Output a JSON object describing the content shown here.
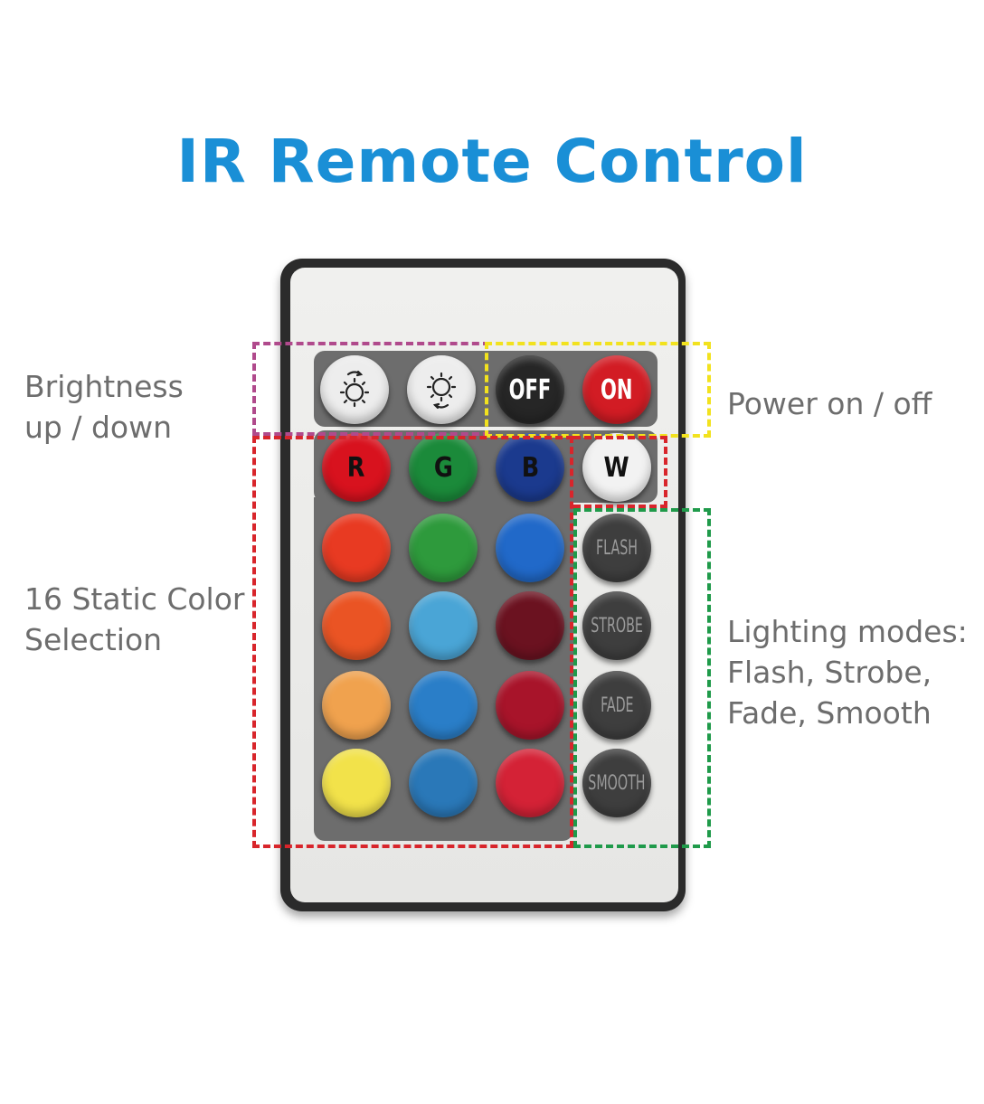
{
  "title": "IR Remote Control",
  "labels": {
    "brightness": [
      "Brightness",
      "up / down"
    ],
    "power": "Power on / off",
    "static": [
      "16 Static Color",
      "Selection"
    ],
    "modes": [
      "Lighting modes:",
      "Flash, Strobe,",
      "Fade, Smooth"
    ]
  },
  "buttons": {
    "brightness_up_icon": "sun-up-icon",
    "brightness_down_icon": "sun-down-icon",
    "off": "OFF",
    "on": "ON",
    "r": "R",
    "g": "G",
    "b": "B",
    "w": "W",
    "flash": "FLASH",
    "strobe": "STROBE",
    "fade": "FADE",
    "smooth": "SMOOTH"
  },
  "color_grid": [
    [
      "#e83a22",
      "#2e9a3c",
      "#2169c9"
    ],
    [
      "#ea5424",
      "#4aa5d6",
      "#6b1220"
    ],
    [
      "#f0a24e",
      "#2a7ec8",
      "#a8142a"
    ],
    [
      "#f2e24a",
      "#2a78b8",
      "#d42236"
    ]
  ],
  "colors": {
    "title": "#1a8fd6",
    "label": "#6d6d6d",
    "brightness_box": "#b04a8c",
    "power_box": "#f2e21e",
    "color_box": "#d8252b",
    "mode_box": "#1f9a4a"
  }
}
